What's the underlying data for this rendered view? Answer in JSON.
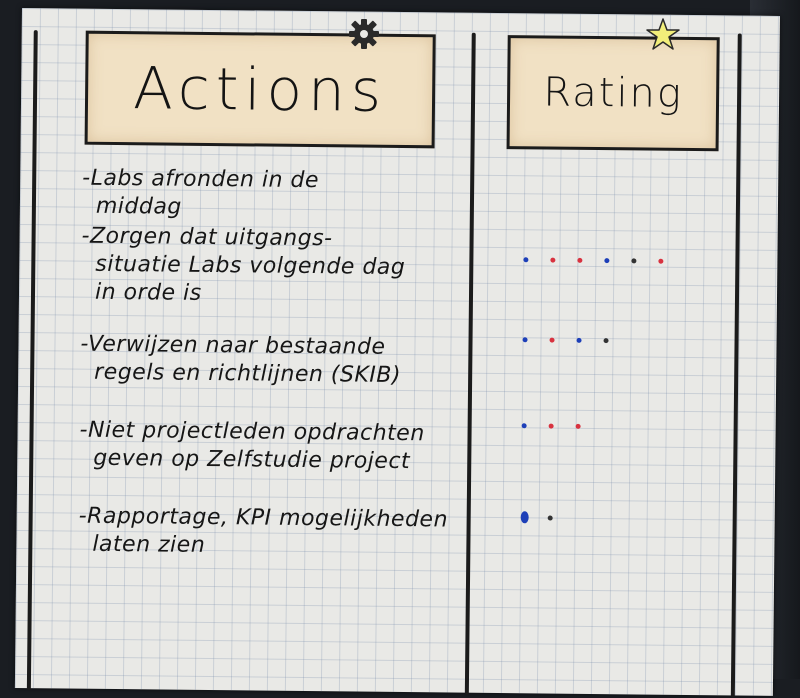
{
  "board": {
    "actions_title": "Actions",
    "rating_title": "Rating"
  },
  "actions": [
    {
      "lines": [
        "-Labs afronden in de",
        "middag"
      ]
    },
    {
      "lines": [
        "-Zorgen dat uitgangs-",
        "situatie Labs volgende dag",
        "in orde is"
      ]
    },
    {
      "lines": [
        "-Verwijzen naar bestaande",
        "regels en richtlijnen (SKIB)"
      ]
    },
    {
      "lines": [
        "-Niet projectleden opdrachten",
        "geven op Zelfstudie project"
      ]
    },
    {
      "lines": [
        "-Rapportage, KPI mogelijkheden",
        "laten zien"
      ]
    }
  ],
  "ratings": [
    {
      "dots": [
        "blue",
        "red",
        "red",
        "blue",
        "black",
        "red"
      ]
    },
    {
      "dots": [
        "blue",
        "red",
        "blue",
        "black"
      ]
    },
    {
      "dots": [
        "blue",
        "red",
        "red"
      ]
    },
    {
      "dots": [
        "blue-large",
        "black"
      ]
    }
  ],
  "icons": {
    "gear": "gear-icon",
    "star": "star-icon"
  },
  "colors": {
    "paper": "#e9e9e6",
    "header_fill": "#f1e1c4",
    "marker_black": "#1b1b1b",
    "dot_blue": "#1d3fb8",
    "dot_red": "#d8323f",
    "dot_black": "#333333",
    "star_yellow": "#f2ee7a"
  }
}
